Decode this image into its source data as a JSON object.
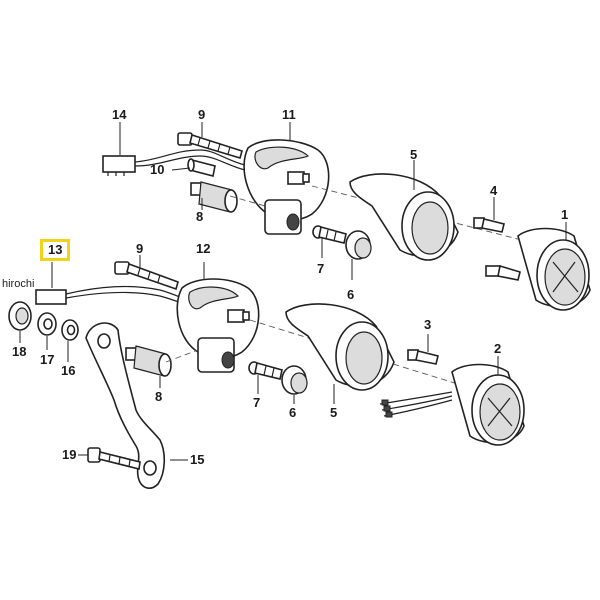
{
  "watermark": "hirochi",
  "highlight_color": "#f2d21b",
  "callouts": {
    "n1": "1",
    "n2": "2",
    "n3": "3",
    "n4": "4",
    "n5a": "5",
    "n5b": "5",
    "n6a": "6",
    "n6b": "6",
    "n7a": "7",
    "n7b": "7",
    "n8a": "8",
    "n8b": "8",
    "n9a": "9",
    "n9b": "9",
    "n10": "10",
    "n11": "11",
    "n12": "12",
    "n13": "13",
    "n14": "14",
    "n15": "15",
    "n16": "16",
    "n17": "17",
    "n18": "18",
    "n19": "19"
  }
}
